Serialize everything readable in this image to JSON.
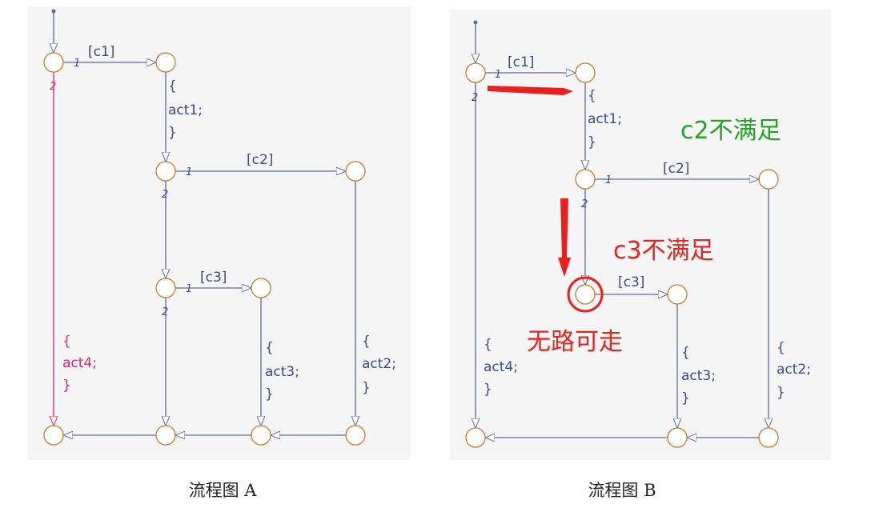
{
  "colors": {
    "line": "#5c6aa6",
    "node_stroke": "#cc7a2a",
    "default_text": "#3a4a8c",
    "pink": "#e0207a",
    "red": "#e8201e",
    "green": "#22a322",
    "caption": "#222222"
  },
  "diagram_a": {
    "caption": "流程图 A",
    "cond_c1": "[c1]",
    "cond_c2": "[c2]",
    "cond_c3": "[c3]",
    "order_1": "1",
    "order_2": "2",
    "act1": [
      "{",
      "act1;",
      "}"
    ],
    "act2": [
      "{",
      "act2;",
      "}"
    ],
    "act3": [
      "{",
      "act3;",
      "}"
    ],
    "act4": [
      "{",
      "act4;",
      "}"
    ]
  },
  "diagram_b": {
    "caption": "流程图 B",
    "cond_c1": "[c1]",
    "cond_c2": "[c2]",
    "cond_c3": "[c3]",
    "order_1": "1",
    "order_2": "2",
    "act1": [
      "{",
      "act1;",
      "}"
    ],
    "act2": [
      "{",
      "act2;",
      "}"
    ],
    "act3": [
      "{",
      "act3;",
      "}"
    ],
    "act4": [
      "{",
      "act4;",
      "}"
    ],
    "note_c2": "c2不满足",
    "note_c3": "c3不满足",
    "note_dead_end": "无路可走"
  }
}
